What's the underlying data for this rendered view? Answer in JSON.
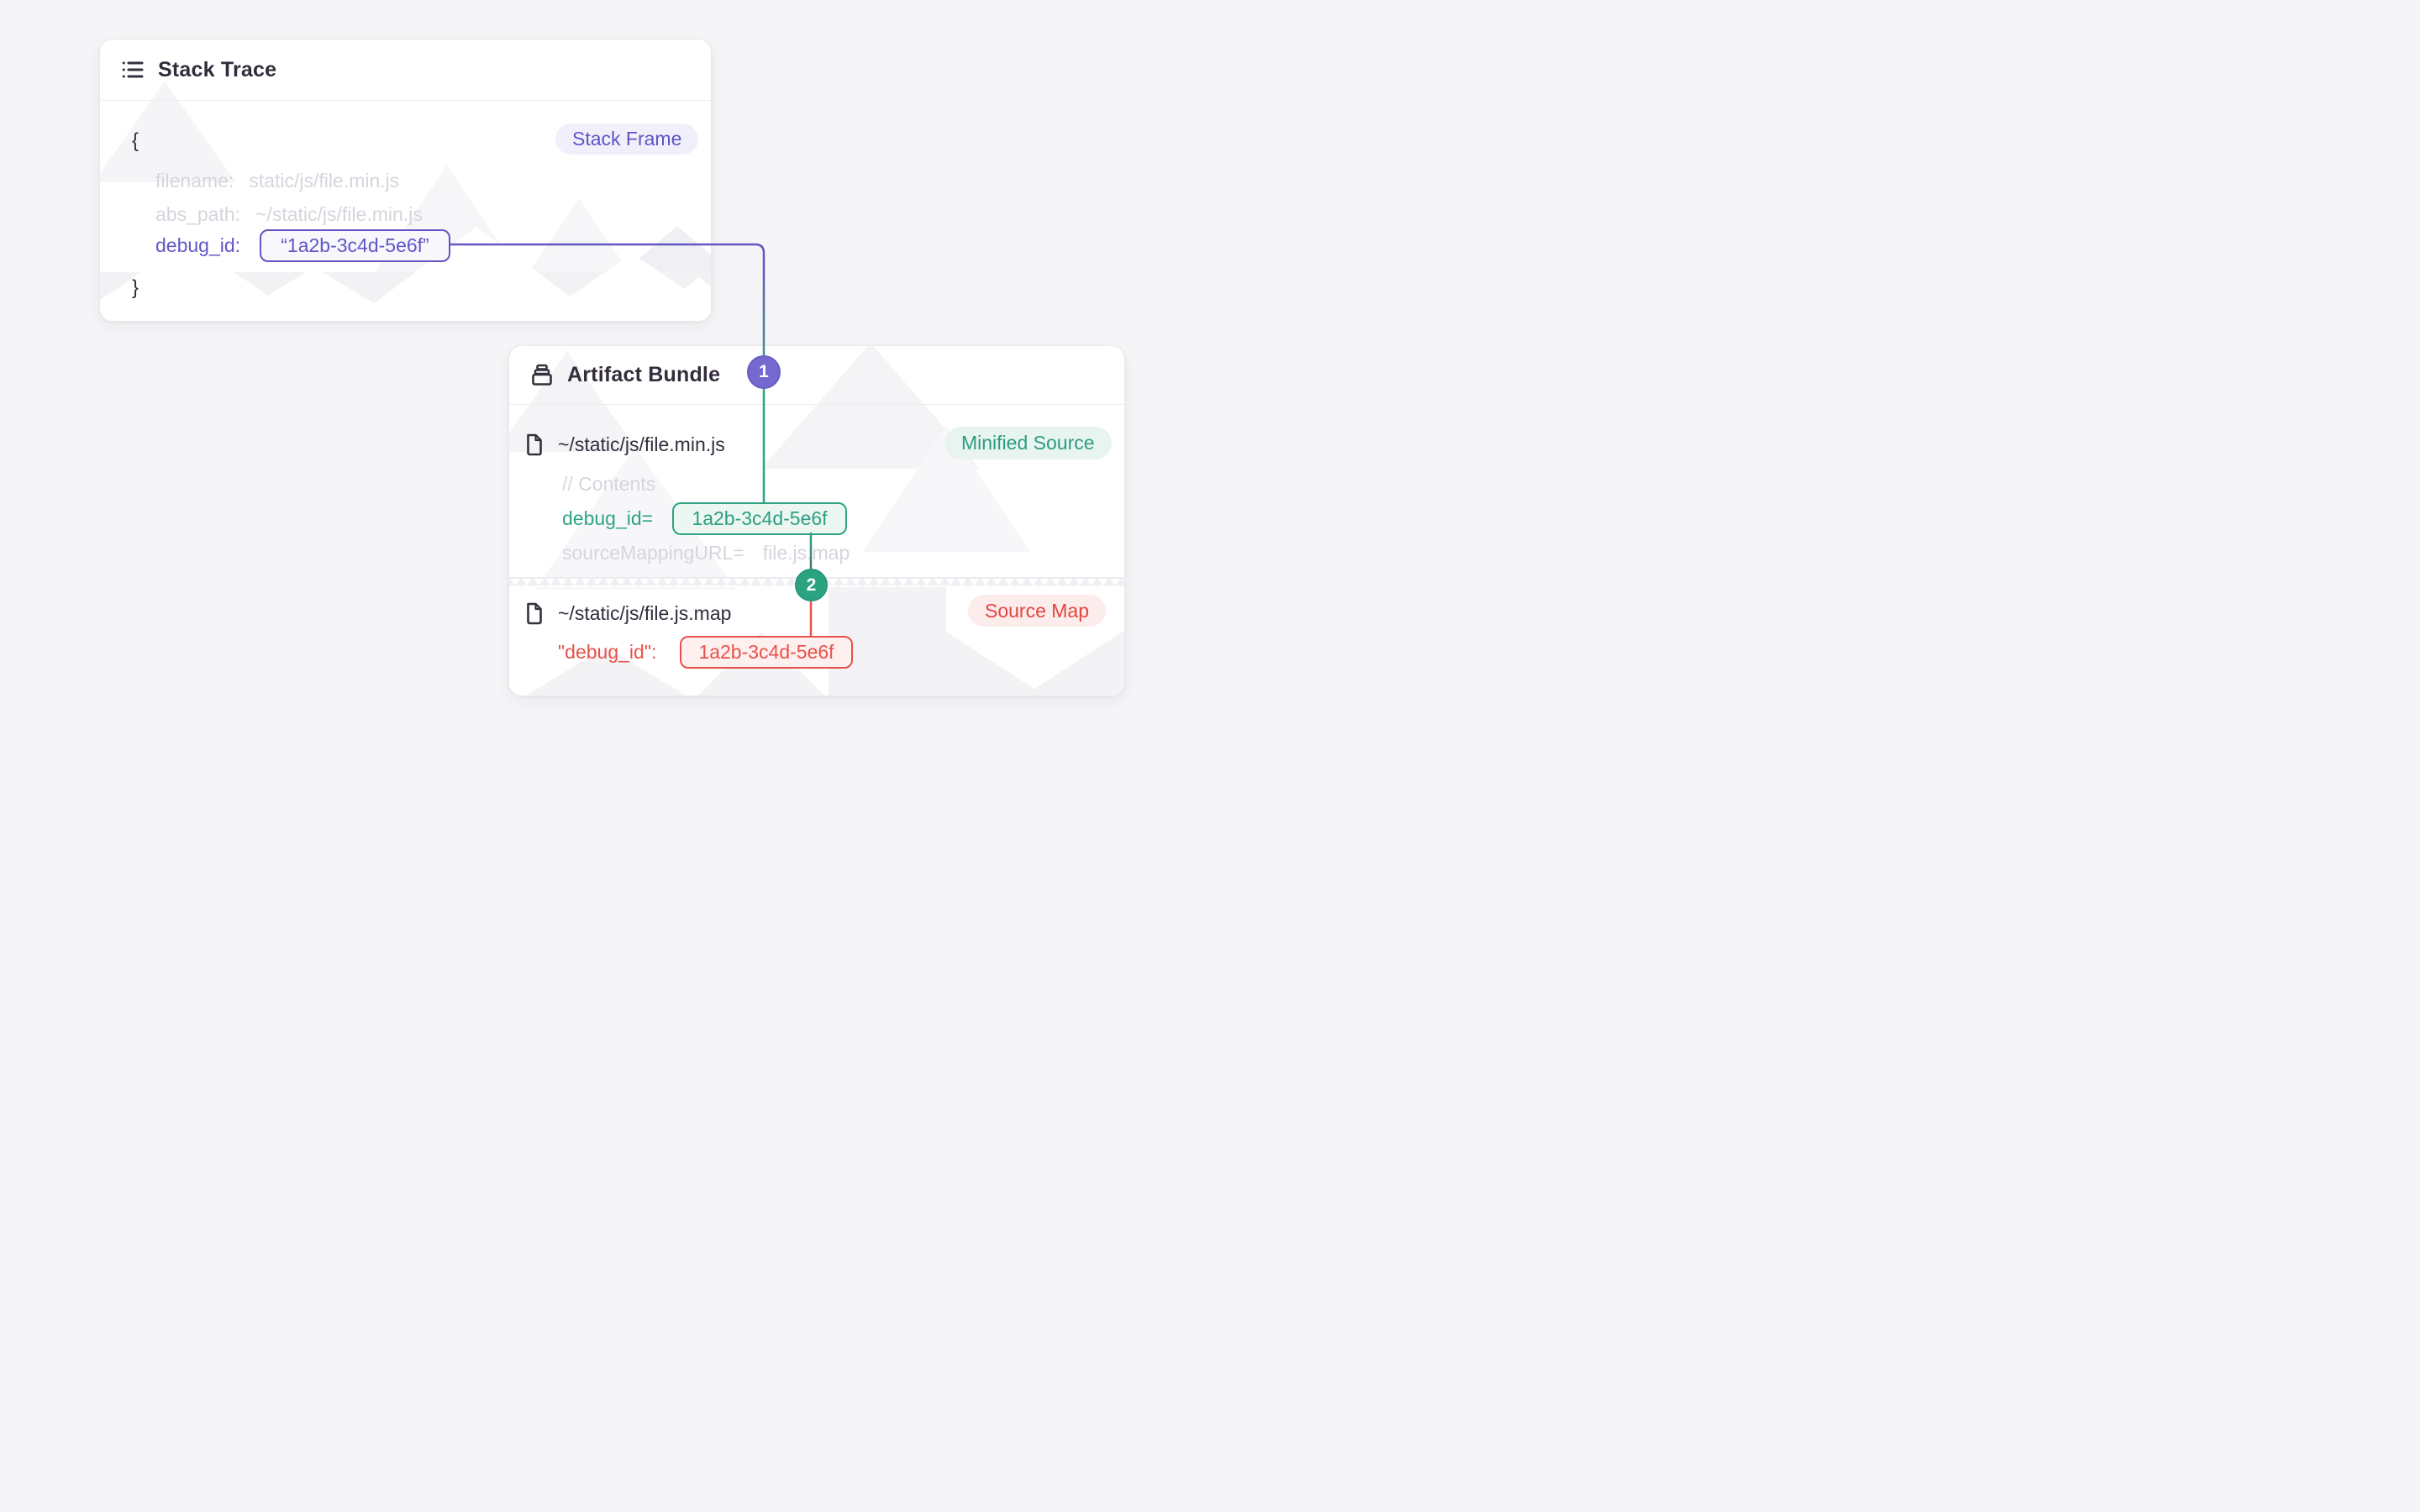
{
  "diagram": {
    "stack_trace": {
      "icon": "list-icon",
      "title": "Stack Trace",
      "badge": "Stack Frame",
      "code": {
        "open_brace": "{",
        "filename_label": "filename:",
        "filename_value": "static/js/file.min.js",
        "abs_path_label": "abs_path:",
        "abs_path_value": "~/static/js/file.min.js",
        "debug_id_label": "debug_id:",
        "debug_id_value": "“1a2b-3c4d-5e6f”",
        "close_brace": "}"
      }
    },
    "artifact_bundle": {
      "icon": "archive-box-icon",
      "title": "Artifact Bundle",
      "minified_source": {
        "icon": "file-icon",
        "path": "~/static/js/file.min.js",
        "badge": "Minified Source",
        "contents_comment": "// Contents",
        "debug_id_label": "debug_id=",
        "debug_id_value": "1a2b-3c4d-5e6f",
        "source_mapping_url_label": "sourceMappingURL=",
        "source_mapping_url_value": "file.js.map"
      },
      "source_map": {
        "icon": "file-icon",
        "path": "~/static/js/file.js.map",
        "badge": "Source Map",
        "debug_id_label": "\"debug_id\":",
        "debug_id_value": "1a2b-3c4d-5e6f"
      }
    },
    "connectors": {
      "step_1": "1",
      "step_2": "2"
    },
    "colors": {
      "purple": "#6156C6",
      "green": "#2EA383",
      "red": "#E8514B",
      "dark_text": "#332D3B",
      "muted_text": "#D5D5DD",
      "background": "#F5F5F7"
    }
  }
}
